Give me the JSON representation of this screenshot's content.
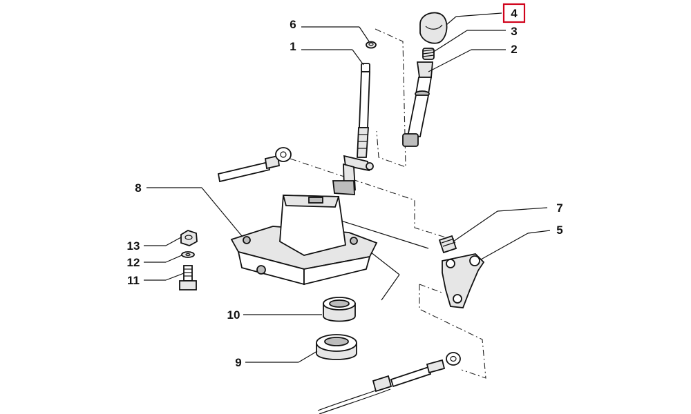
{
  "diagram": {
    "callouts": [
      {
        "id": "1",
        "label": "1"
      },
      {
        "id": "2",
        "label": "2"
      },
      {
        "id": "3",
        "label": "3"
      },
      {
        "id": "4",
        "label": "4",
        "highlighted": true
      },
      {
        "id": "5",
        "label": "5"
      },
      {
        "id": "6",
        "label": "6"
      },
      {
        "id": "7",
        "label": "7"
      },
      {
        "id": "8",
        "label": "8"
      },
      {
        "id": "9",
        "label": "9"
      },
      {
        "id": "10",
        "label": "10"
      },
      {
        "id": "11",
        "label": "11"
      },
      {
        "id": "12",
        "label": "12"
      },
      {
        "id": "13",
        "label": "13"
      }
    ],
    "highlight_color": "#d0021b",
    "line_color": "#111111",
    "part_fill": "#e6e6e6"
  }
}
